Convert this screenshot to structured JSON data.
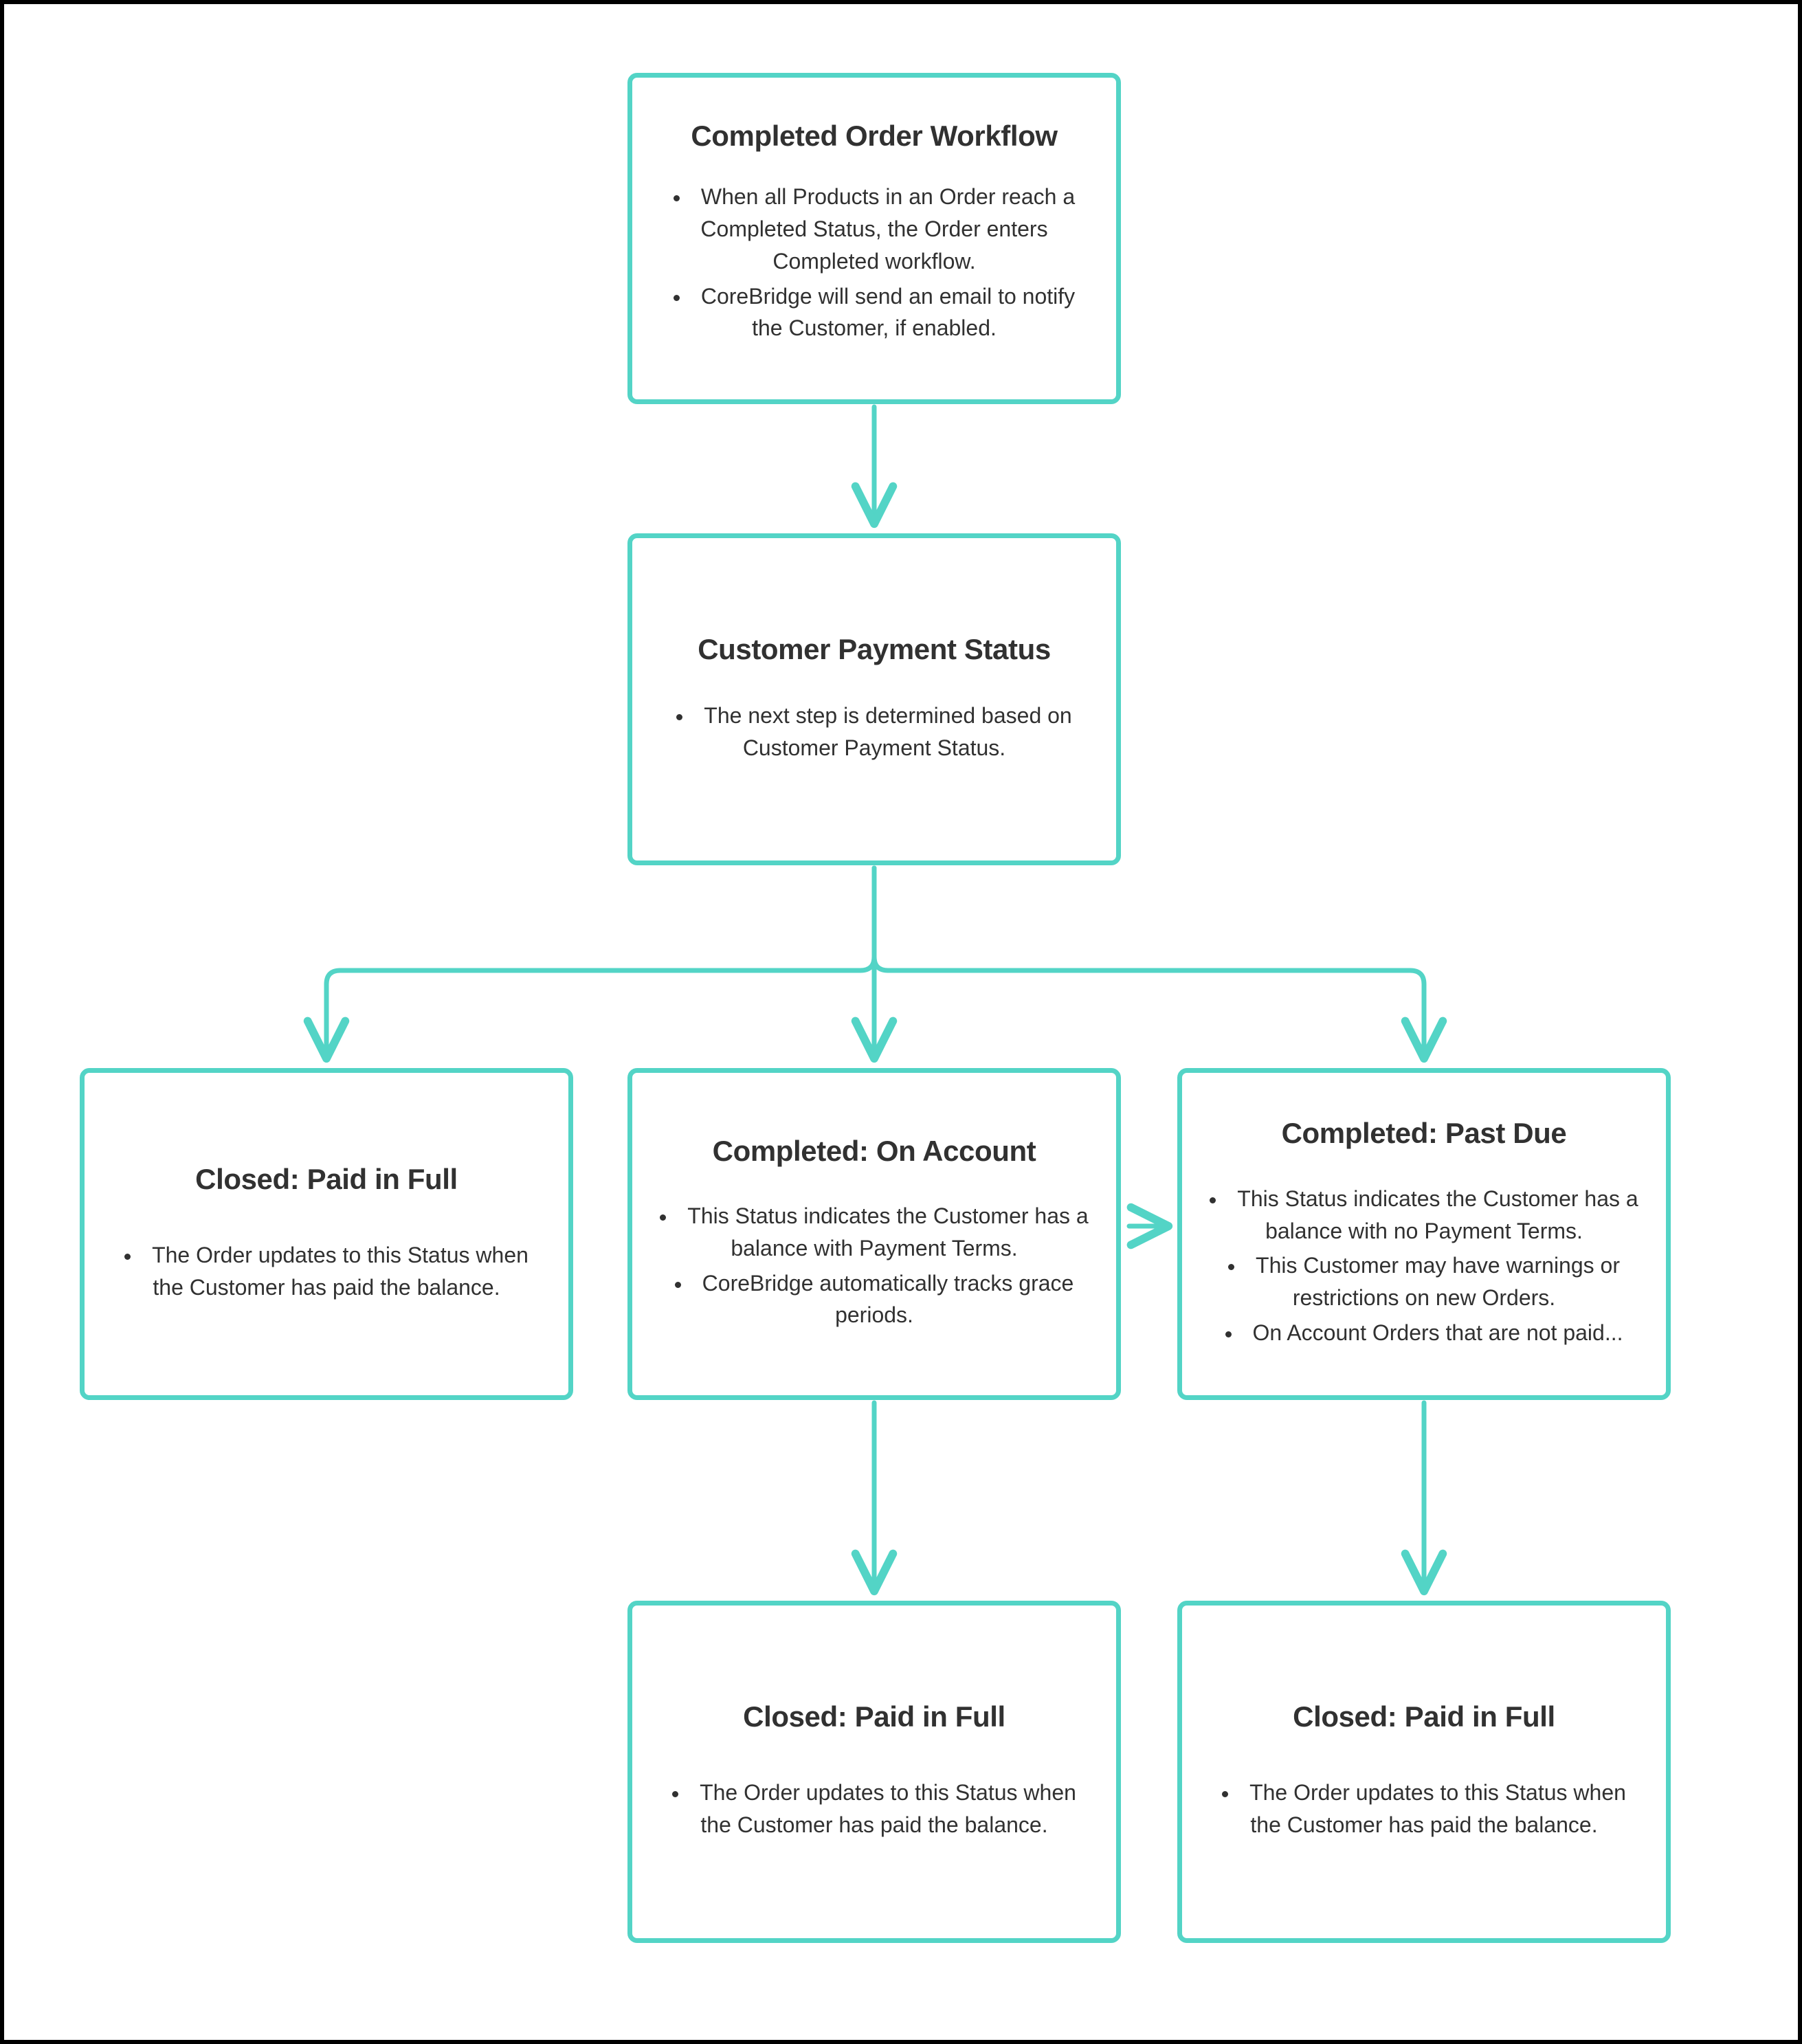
{
  "theme": {
    "accent": "#53D4C6",
    "text": "#313131",
    "background": "#FFFFFF",
    "page_border": "#000000"
  },
  "diagram": {
    "type": "flowchart",
    "nodes": [
      {
        "id": "completed-order-workflow",
        "title": "Completed Order Workflow",
        "bullets": [
          "When all Products in an Order reach a Completed Status, the Order enters Completed workflow.",
          "CoreBridge will send an email to notify the Customer, if enabled."
        ]
      },
      {
        "id": "customer-payment-status",
        "title": "Customer Payment Status",
        "bullets": [
          "The next step is determined based on Customer Payment Status."
        ]
      },
      {
        "id": "closed-paid-full-left",
        "title": "Closed: Paid in Full",
        "bullets": [
          "The Order updates to this Status when the Customer has paid the balance."
        ]
      },
      {
        "id": "completed-on-account",
        "title": "Completed: On Account",
        "bullets": [
          "This Status indicates the Customer has a balance with Payment Terms.",
          "CoreBridge automatically tracks grace periods."
        ]
      },
      {
        "id": "completed-past-due",
        "title": "Completed: Past Due",
        "bullets": [
          "This Status indicates the Customer has a balance with no Payment Terms.",
          "This Customer may have warnings or restrictions on new Orders.",
          "On Account Orders that are not paid..."
        ]
      },
      {
        "id": "closed-paid-full-mid",
        "title": "Closed: Paid in Full",
        "bullets": [
          "The Order updates to this Status when the Customer has paid the balance."
        ]
      },
      {
        "id": "closed-paid-full-right",
        "title": "Closed: Paid in Full",
        "bullets": [
          "The Order updates to this Status when the Customer has paid the balance."
        ]
      }
    ],
    "edges": [
      {
        "from": "completed-order-workflow",
        "to": "customer-payment-status",
        "direction": "down"
      },
      {
        "from": "customer-payment-status",
        "to": "closed-paid-full-left",
        "direction": "down-left-branch"
      },
      {
        "from": "customer-payment-status",
        "to": "completed-on-account",
        "direction": "down"
      },
      {
        "from": "customer-payment-status",
        "to": "completed-past-due",
        "direction": "down-right-branch"
      },
      {
        "from": "completed-on-account",
        "to": "completed-past-due",
        "direction": "right"
      },
      {
        "from": "completed-on-account",
        "to": "closed-paid-full-mid",
        "direction": "down"
      },
      {
        "from": "completed-past-due",
        "to": "closed-paid-full-right",
        "direction": "down"
      }
    ]
  }
}
